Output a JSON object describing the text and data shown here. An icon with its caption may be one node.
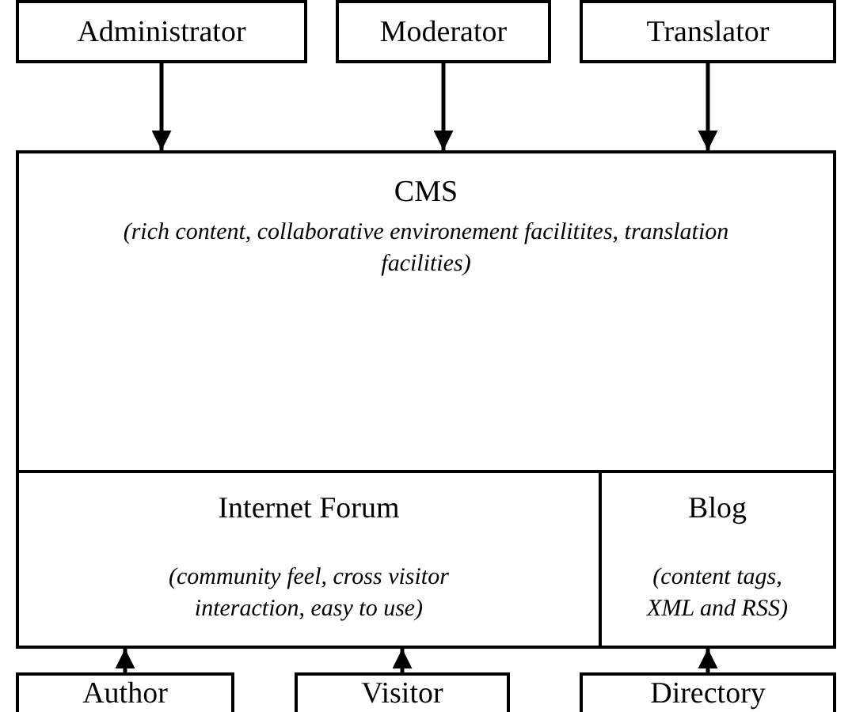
{
  "diagram": {
    "nodes": [
      {
        "text": [
          "Administrator"
        ]
      },
      {
        "text": [
          "Moderator"
        ]
      },
      {
        "text": [
          "Translator"
        ]
      },
      {
        "text": [
          "CMS",
          "(rich content, collaborative environement facilitites, translation facilities)"
        ]
      },
      {
        "text": [
          "Internet Forum",
          "(community feel, cross visitor interaction, easy to use)"
        ]
      },
      {
        "text": [
          "Blog",
          "(content tags, XML and RSS)"
        ]
      },
      {
        "text": [
          "Author"
        ]
      },
      {
        "text": [
          "Visitor"
        ]
      },
      {
        "text": [
          "Directory"
        ]
      }
    ],
    "edges": [
      {
        "from": 0,
        "to": 3,
        "arrow": "to"
      },
      {
        "from": 1,
        "to": 3,
        "arrow": "to"
      },
      {
        "from": 2,
        "to": 3,
        "arrow": "to"
      },
      {
        "from": 6,
        "to": 4,
        "arrow": "to"
      },
      {
        "from": 7,
        "to": 4,
        "arrow": "to"
      },
      {
        "from": 8,
        "to": 5,
        "arrow": "to"
      }
    ]
  }
}
